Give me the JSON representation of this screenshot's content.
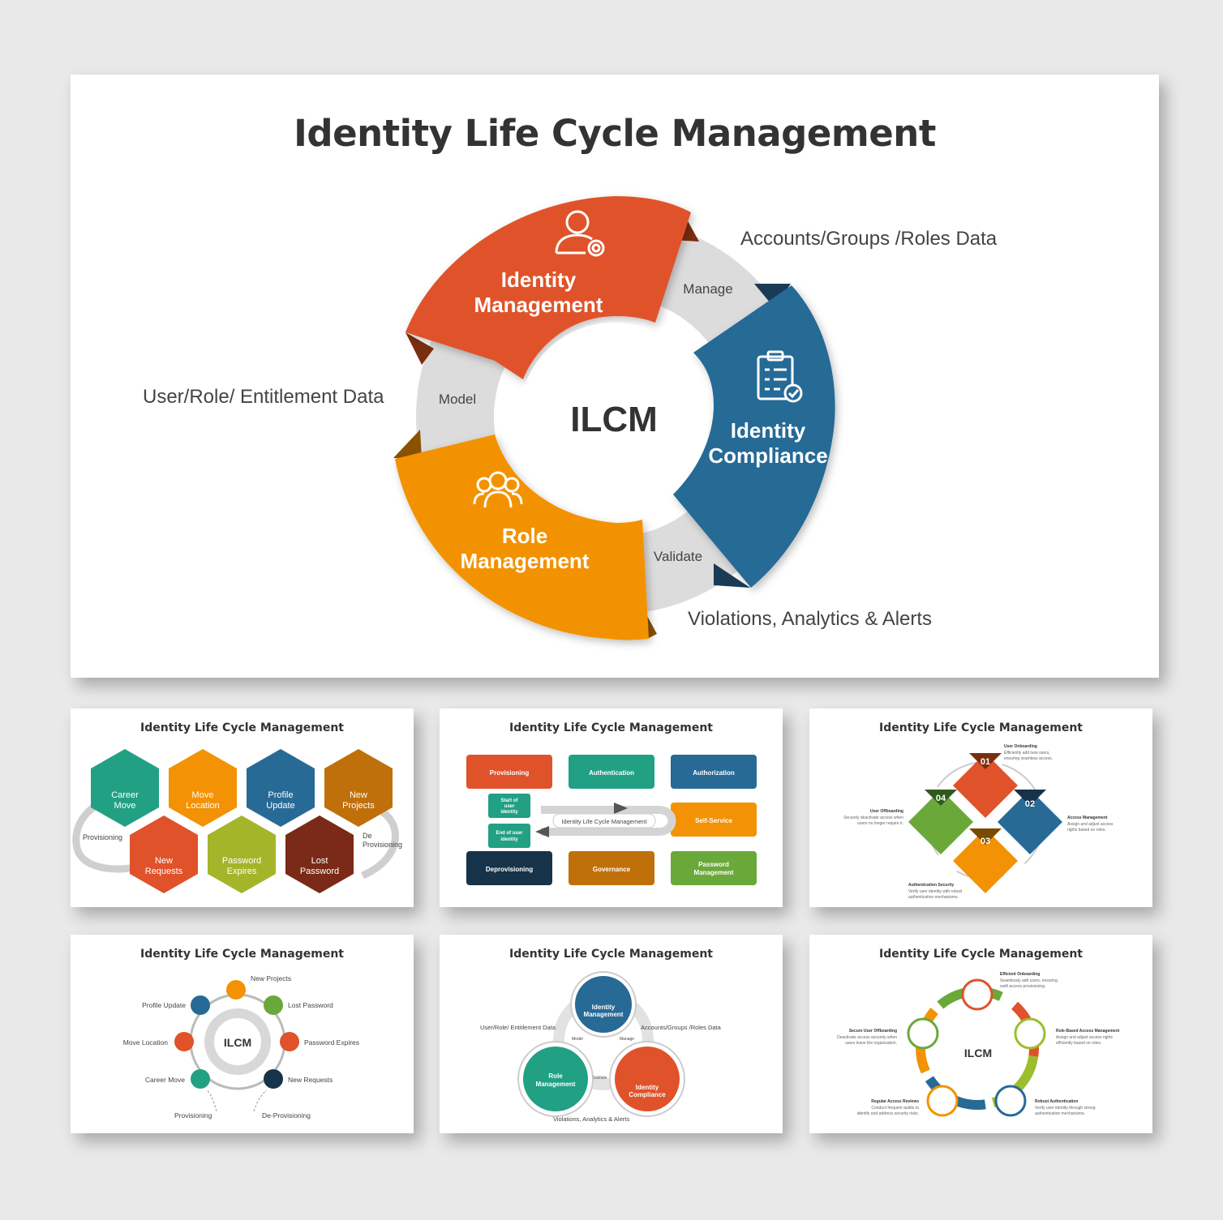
{
  "main": {
    "title": "Identity Life Cycle Management",
    "center": "ILCM",
    "segments": [
      {
        "label_line1": "Identity",
        "label_line2": "Management",
        "icon": "user-gear-icon",
        "color": "#E0522A"
      },
      {
        "label_line1": "Identity",
        "label_line2": "Compliance",
        "icon": "clipboard-check-icon",
        "color": "#276A96"
      },
      {
        "label_line1": "Role",
        "label_line2": "Management",
        "icon": "group-icon",
        "color": "#F39204"
      }
    ],
    "connectors": {
      "manage": "Manage",
      "validate": "Validate",
      "model": "Model"
    },
    "side_labels": {
      "accounts": "Accounts/Groups /Roles Data",
      "violations": "Violations, Analytics & Alerts",
      "user_role": "User/Role/  Entitlement Data"
    }
  },
  "thumb1": {
    "title": "Identity Life Cycle Management",
    "hexes": [
      {
        "l1": "Career",
        "l2": "Move",
        "color": "#22A084"
      },
      {
        "l1": "Move",
        "l2": "Location",
        "color": "#F39204"
      },
      {
        "l1": "Profile",
        "l2": "Update",
        "color": "#276A96"
      },
      {
        "l1": "New",
        "l2": "Projects",
        "color": "#C0700A"
      },
      {
        "l1": "New",
        "l2": "Requests",
        "color": "#E0522A"
      },
      {
        "l1": "Password",
        "l2": "Expires",
        "color": "#A5B52A"
      },
      {
        "l1": "Lost",
        "l2": "Password",
        "color": "#7A2A16"
      }
    ],
    "provisioning": "Provisioning",
    "de1": "De",
    "de2": "Provisioning"
  },
  "thumb2": {
    "title": "Identity Life Cycle Management",
    "provisioning": "Provisioning",
    "authentication": "Authentication",
    "authorization": "Authorization",
    "start_l1": "Start of",
    "start_l2": "user",
    "start_l3": "identity",
    "end_l1": "End of user",
    "end_l2": "identity",
    "ilcm": "Identity Life Cycle Management",
    "self_service": "Self-Service",
    "deprovisioning": "Deprovisioning",
    "governance": "Governance",
    "pw_l1": "Password",
    "pw_l2": "Management"
  },
  "thumb3": {
    "title": "Identity Life Cycle Management",
    "n1": "01",
    "n2": "02",
    "n3": "03",
    "n4": "04",
    "onb_t": "User Onboarding",
    "onb_d1": "Efficiently add new users,",
    "onb_d2": "ensuring seamless access.",
    "acc_t": "Access Management",
    "acc_d1": "Assign and adjust access",
    "acc_d2": "rights based on roles.",
    "auth_t": "Authentication Security",
    "auth_d1": "Verify user identity with robust",
    "auth_d2": "authentication mechanisms.",
    "off_t": "User Offboarding",
    "off_d1": "Securely deactivate access when",
    "off_d2": "users no longer require it."
  },
  "thumb4": {
    "title": "Identity Life Cycle Management",
    "center": "ILCM",
    "new_projects": "New Projects",
    "profile_update": "Profile Update",
    "lost_password": "Lost Password",
    "move_location": "Move Location",
    "password_expires": "Password Expires",
    "career_move": "Career Move",
    "new_requests": "New Requests",
    "provisioning": "Provisioning",
    "de_provisioning": "De-Provisioning"
  },
  "thumb5": {
    "title": "Identity Life Cycle Management",
    "im_l1": "Identity",
    "im_l2": "Management",
    "rm_l1": "Role",
    "rm_l2": "Management",
    "ic_l1": "Identity",
    "ic_l2": "Compliance",
    "user_role": "User/Role/ Entitlement Data",
    "accounts": "Accounts/Groups /Roles Data",
    "violations": "Violations, Analytics & Alerts",
    "model": "Model",
    "manage": "Manage",
    "validate": "Validate"
  },
  "thumb6": {
    "title": "Identity Life Cycle Management",
    "center": "ILCM",
    "eff_t": "Efficient Onboarding",
    "eff_d1": "Seamlessly add users, ensuring",
    "eff_d2": "swift access provisioning.",
    "rb_t": "Role-Based Access Management",
    "rb_d1": "Assign and adjust access rights",
    "rb_d2": "efficiently based on roles.",
    "ra_t": "Robust Authentication",
    "ra_d1": "Verify user identity through strong",
    "ra_d2": "authentication mechanisms.",
    "rev_t": "Regular Access Reviews",
    "rev_d1": "Conduct frequent audits to",
    "rev_d2": "identify and address security risks.",
    "so_t": "Secure User Offboarding",
    "so_d1": "Deactivate access securely when",
    "so_d2": "users leave the organization."
  }
}
